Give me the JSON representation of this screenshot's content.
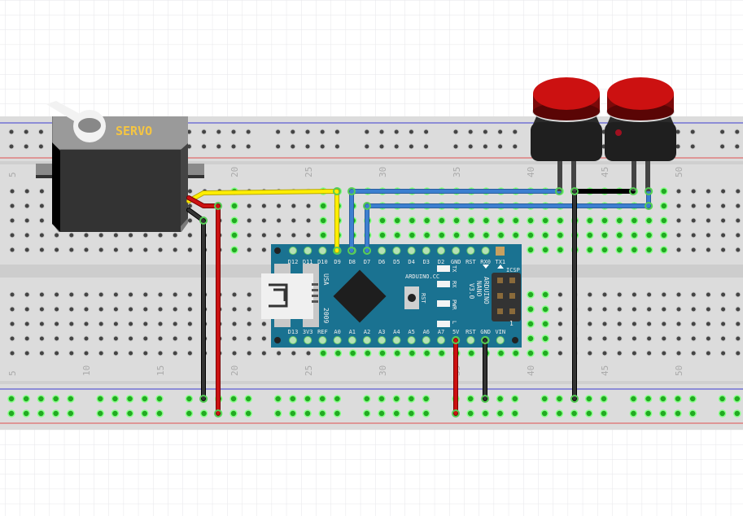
{
  "colors": {
    "breadboard": "#dcdcdc",
    "rail_blue": "#3b3bd0",
    "rail_red": "#e05050",
    "arduino": "#1a7291",
    "wire_yellow": "#ffee00",
    "wire_blue": "#3c7fd0",
    "wire_red": "#cc1111",
    "wire_black": "#222222",
    "button_cap": "#cc1111"
  },
  "breadboard": {
    "column_labels": [
      "5",
      "10",
      "15",
      "20",
      "25",
      "30",
      "35",
      "40",
      "45",
      "50"
    ]
  },
  "servo": {
    "label": "SERVO"
  },
  "arduino": {
    "top_pins": [
      "D12",
      "D11",
      "D10",
      "D9",
      "D8",
      "D7",
      "D6",
      "D5",
      "D4",
      "D3",
      "D2",
      "GND",
      "RST",
      "RX0",
      "TX1"
    ],
    "bottom_pins": [
      "D13",
      "3V3",
      "REF",
      "A0",
      "A1",
      "A2",
      "A3",
      "A4",
      "A5",
      "A6",
      "A7",
      "5V",
      "RST",
      "GND",
      "VIN"
    ],
    "brand": "ARDUINO.CC",
    "model": [
      "ARDUINO",
      "NANO",
      "V3.0"
    ],
    "usb_text": "USA",
    "year": "2009",
    "rst_label": "RST",
    "icsp_label": "ICSP",
    "icsp_pin1": "1",
    "leds": [
      "TX",
      "RX",
      "PWR",
      "L"
    ]
  },
  "buttons": [
    {
      "name": "pushbutton-1"
    },
    {
      "name": "pushbutton-2"
    }
  ]
}
